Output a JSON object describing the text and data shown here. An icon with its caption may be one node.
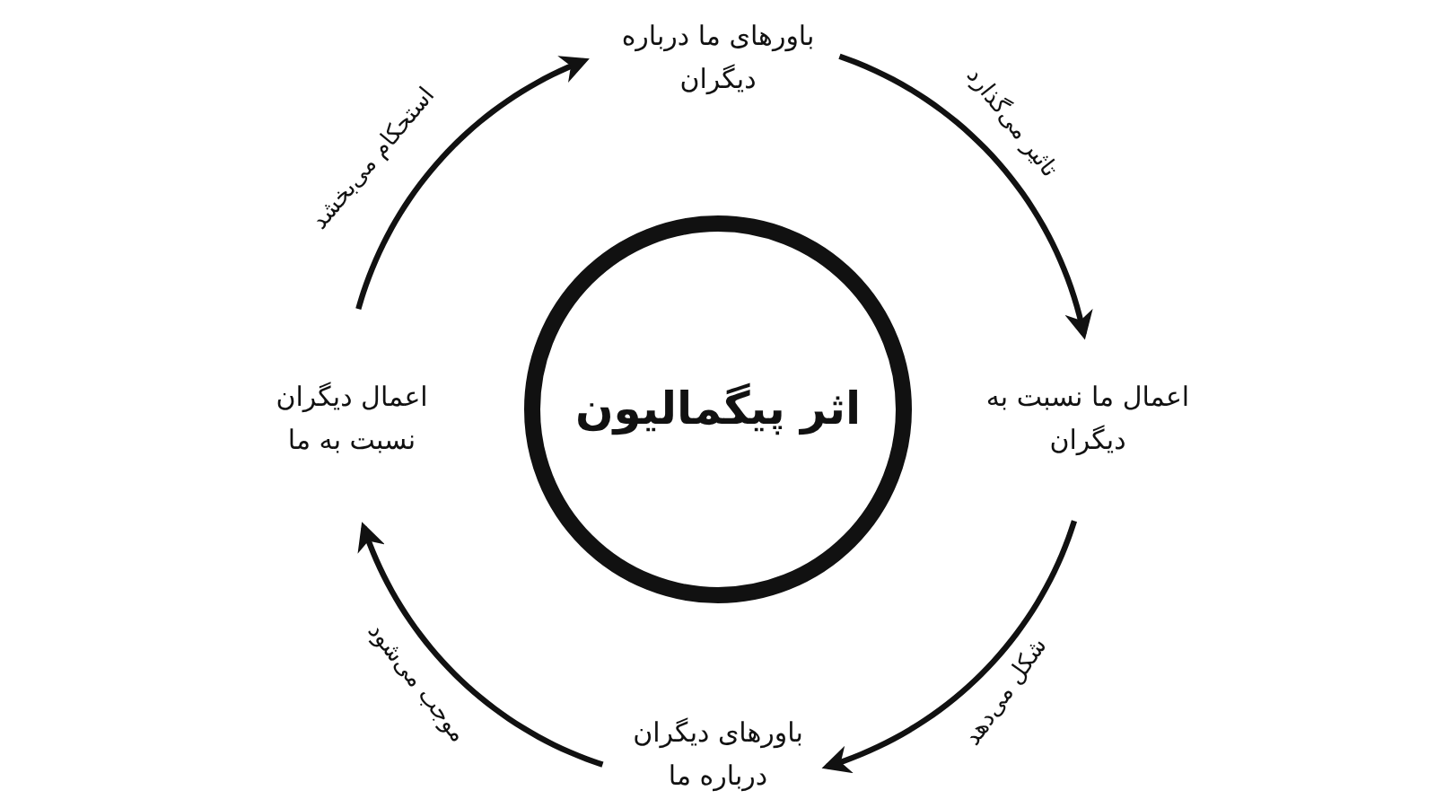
{
  "diagram": {
    "nodes": [
      {
        "text": [
          "اثر پیگمالیون"
        ]
      },
      {
        "text": [
          "باورهای ما درباره دیگران"
        ]
      },
      {
        "text": [
          "اعمال ما نسبت به دیگران"
        ]
      },
      {
        "text": [
          "باورهای دیگران درباره ما"
        ]
      },
      {
        "text": [
          "اعمال دیگران نسبت به ما"
        ]
      }
    ],
    "edges": [
      {
        "from": 1,
        "to": 2,
        "arrow": "to",
        "label": "تاثیر می‌گذارد"
      },
      {
        "from": 2,
        "to": 3,
        "arrow": "to",
        "label": "شکل می‌دهد"
      },
      {
        "from": 3,
        "to": 4,
        "arrow": "to",
        "label": "موجب می‌شود"
      },
      {
        "from": 4,
        "to": 1,
        "arrow": "to",
        "label": "استحکام می‌بخشد"
      }
    ]
  }
}
